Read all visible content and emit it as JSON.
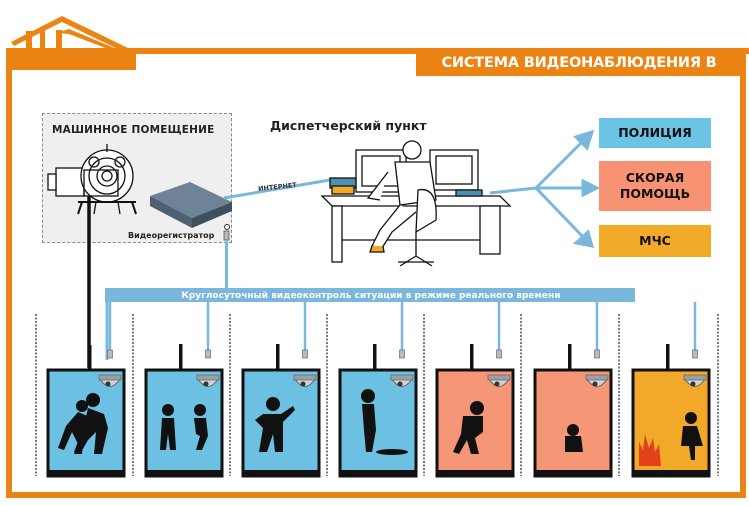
{
  "title": "СИСТЕМА ВИДЕОНАБЛЮДЕНИЯ В ЛИФТЕ",
  "colors": {
    "brand_orange": "#ec8413",
    "line_blue": "#7ab7dd",
    "cabin_blue": "#6cc1e2",
    "cabin_salmon": "#f59676",
    "cabin_amber": "#f2a92a",
    "police_blue": "#6cc4e4",
    "ambulance_salmon": "#f79273",
    "mchs_amber": "#f2ab28"
  },
  "machine_room": {
    "label": "МАШИННОЕ ПОМЕЩЕНИЕ",
    "dvr_label": "Видеорегистратор",
    "icons": [
      "elevator-winch-icon",
      "dvr-recorder-icon"
    ]
  },
  "connection": {
    "internet_label": "ИНТЕРНЕТ"
  },
  "dispatch": {
    "label": "Диспетчерский пункт",
    "icon": "dispatcher-workstation-icon"
  },
  "services": [
    {
      "label": "ПОЛИЦИЯ",
      "color": "#6cc4e4"
    },
    {
      "label": "СКОРАЯ\nПОМОЩЬ",
      "line1": "СКОРАЯ",
      "line2": "ПОМОЩЬ",
      "color": "#f79273"
    },
    {
      "label": "МЧС",
      "color": "#f2ab28"
    }
  ],
  "monitoring_bus": {
    "label": "Круглосуточный видеоконтроль ситуации в режиме реального времени"
  },
  "cabins": [
    {
      "scene": "fight",
      "color": "#6cc1e2",
      "icon": "fighting-people-icon"
    },
    {
      "scene": "smoking",
      "color": "#6cc1e2",
      "icon": "smoking-people-icon"
    },
    {
      "scene": "vandalism-graffiti",
      "color": "#6cc1e2",
      "icon": "graffiti-vandal-icon"
    },
    {
      "scene": "urinating",
      "color": "#6cc1e2",
      "icon": "urinating-person-icon"
    },
    {
      "scene": "heart-attack",
      "color": "#f59676",
      "icon": "chest-pain-person-icon"
    },
    {
      "scene": "child-in-distress",
      "color": "#f59676",
      "icon": "crying-child-icon"
    },
    {
      "scene": "fire",
      "color": "#f2a92a",
      "icon": "fire-panic-person-icon"
    }
  ]
}
